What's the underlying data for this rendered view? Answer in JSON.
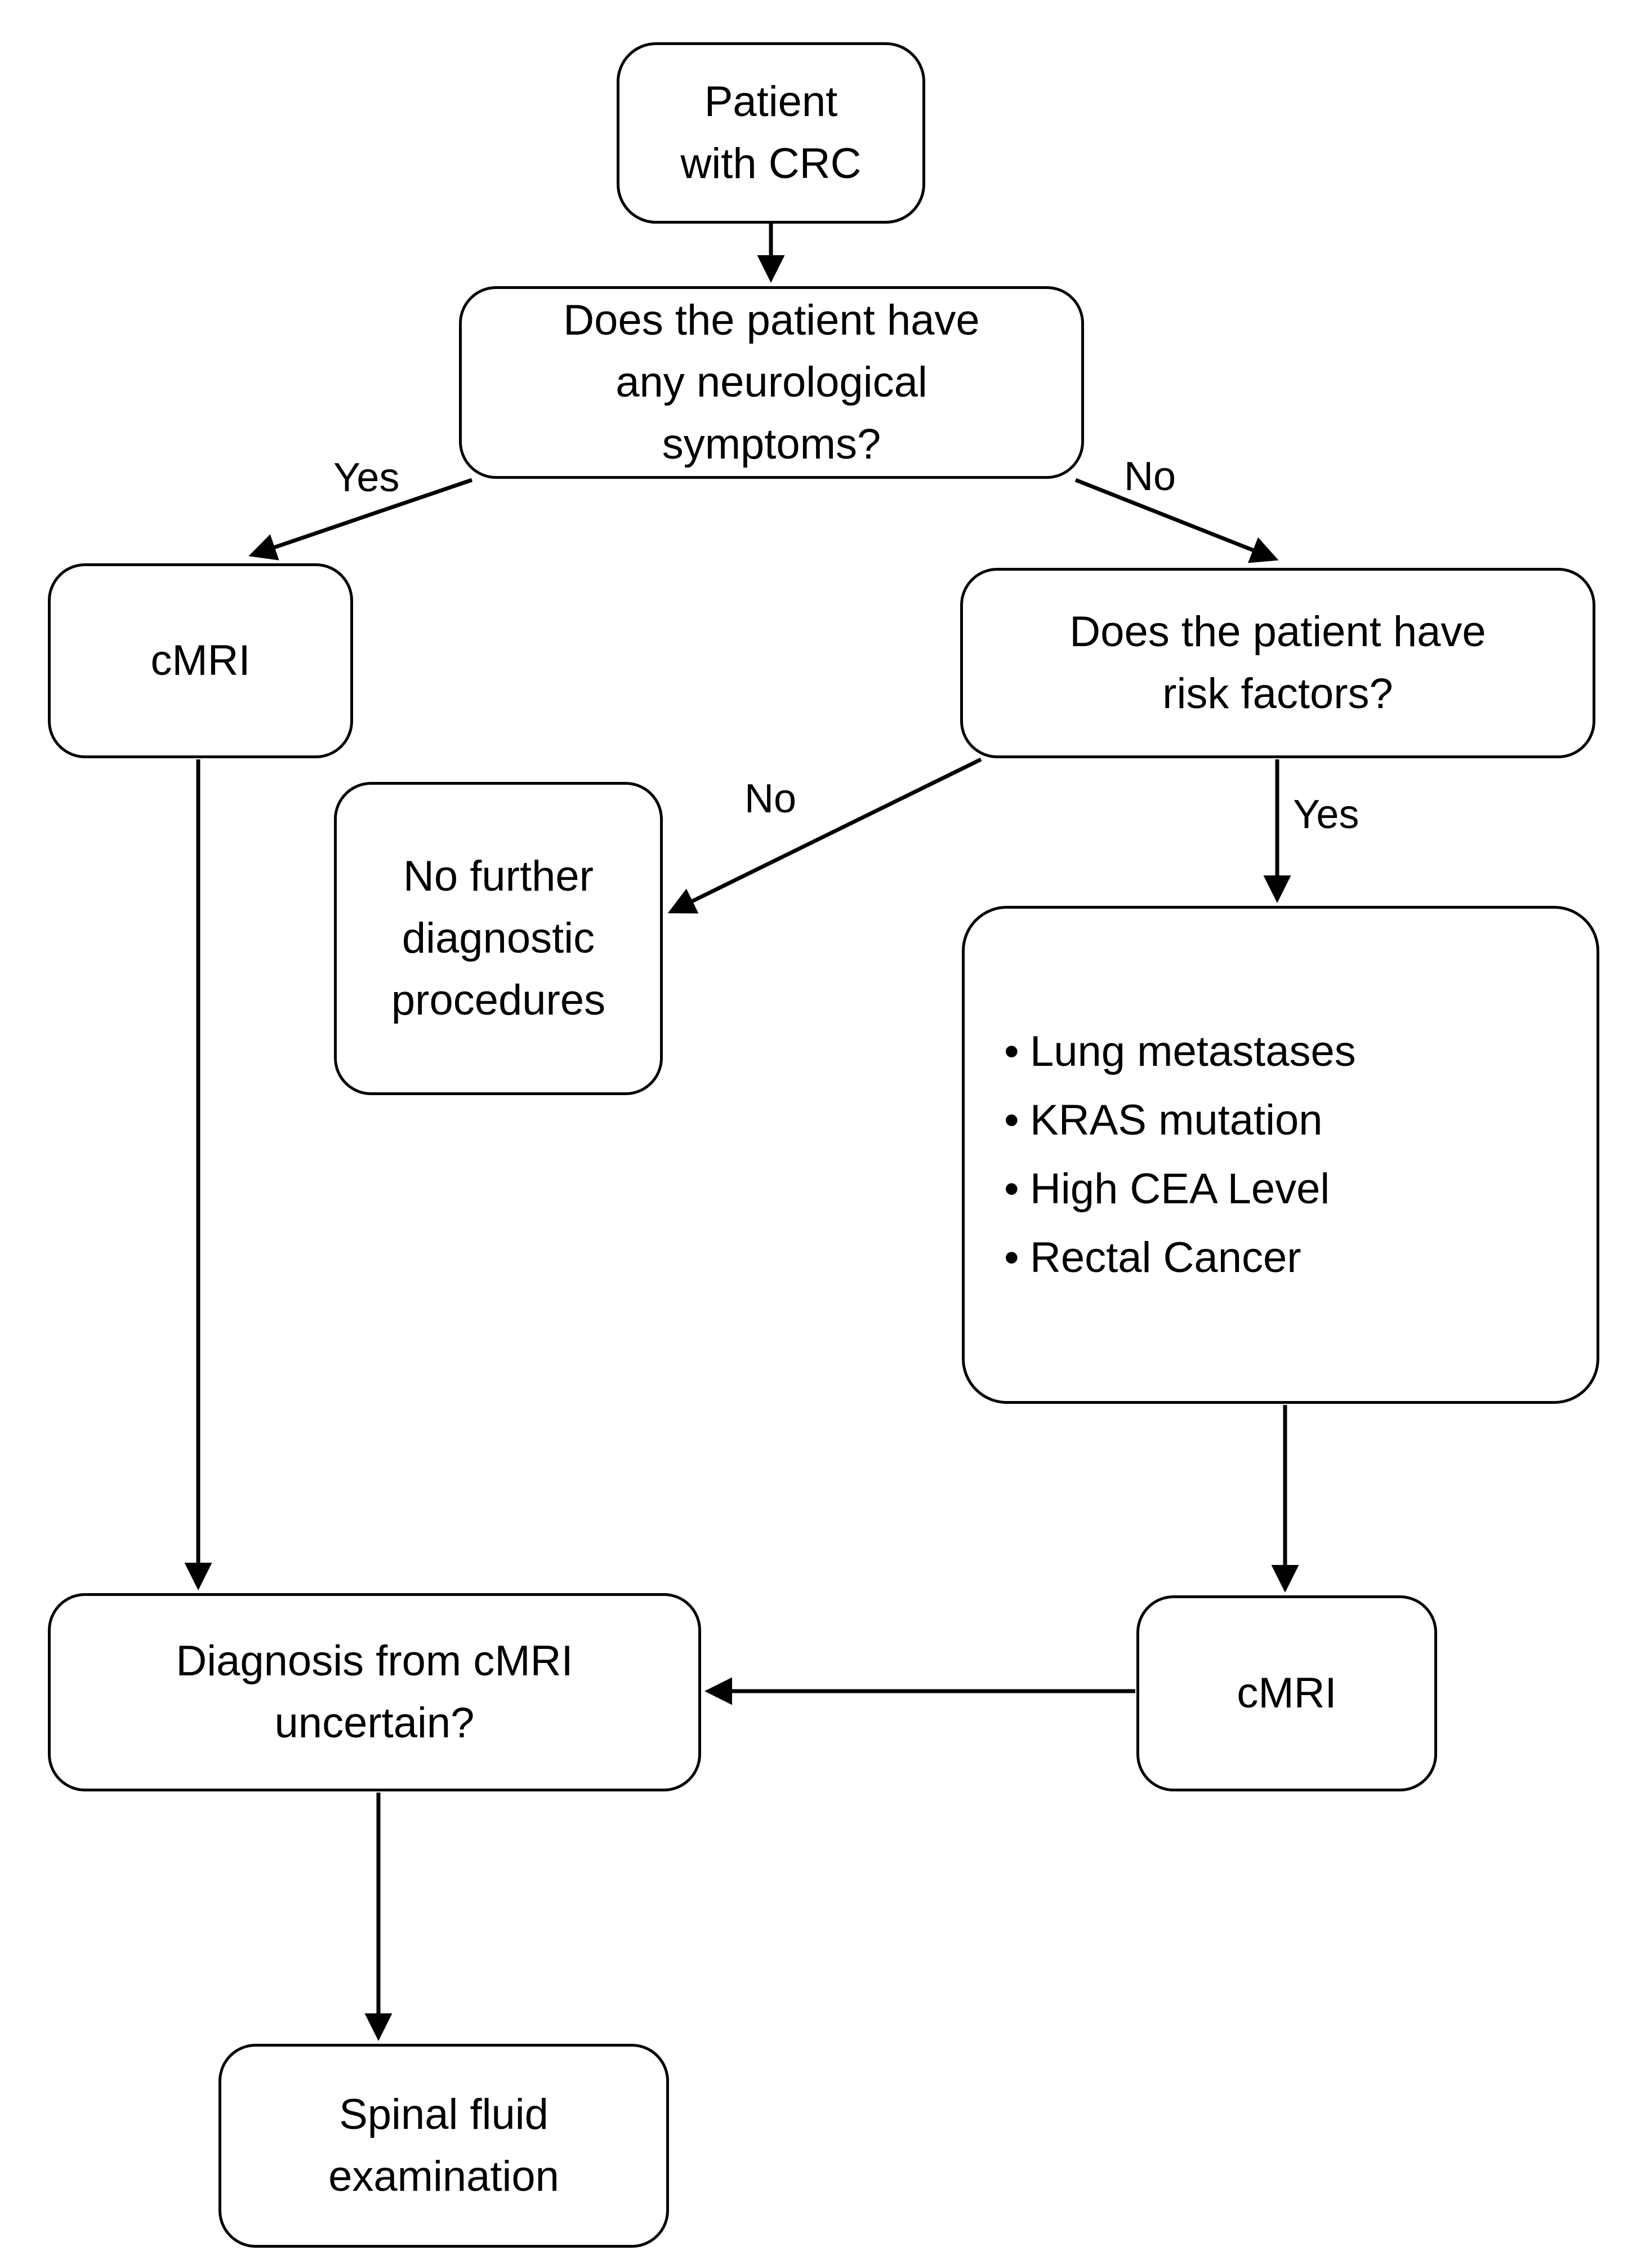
{
  "diagram": {
    "title": "CRC cMRI diagnostic decision flowchart",
    "background_color": "#ffffff",
    "line_color": "#000000",
    "nodes": {
      "start": {
        "text": "Patient\nwith CRC"
      },
      "neuro_question": {
        "text": "Does the patient have\nany neurological\nsymptoms?"
      },
      "cmri_left": {
        "text": "cMRI"
      },
      "risk_question": {
        "text": "Does the patient have\nrisk factors?"
      },
      "no_further": {
        "text": "No further\ndiagnostic\nprocedures"
      },
      "risk_list": {
        "bullet": "•",
        "items": [
          "Lung metastases",
          "KRAS mutation",
          "High CEA Level",
          "Rectal Cancer"
        ]
      },
      "diagnosis_question": {
        "text": "Diagnosis from cMRI\nuncertain?"
      },
      "cmri_right": {
        "text": "cMRI"
      },
      "spinal": {
        "text": "Spinal fluid\nexamination"
      }
    },
    "edge_labels": {
      "neuro_yes": "Yes",
      "neuro_no": "No",
      "risk_no": "No",
      "risk_yes": "Yes"
    },
    "edges": [
      {
        "from": "start",
        "to": "neuro_question",
        "label": ""
      },
      {
        "from": "neuro_question",
        "to": "cmri_left",
        "label": "Yes"
      },
      {
        "from": "neuro_question",
        "to": "risk_question",
        "label": "No"
      },
      {
        "from": "risk_question",
        "to": "no_further",
        "label": "No"
      },
      {
        "from": "risk_question",
        "to": "risk_list",
        "label": "Yes"
      },
      {
        "from": "cmri_left",
        "to": "diagnosis_question",
        "label": ""
      },
      {
        "from": "risk_list",
        "to": "cmri_right",
        "label": ""
      },
      {
        "from": "cmri_right",
        "to": "diagnosis_question",
        "label": ""
      },
      {
        "from": "diagnosis_question",
        "to": "spinal",
        "label": ""
      }
    ]
  }
}
